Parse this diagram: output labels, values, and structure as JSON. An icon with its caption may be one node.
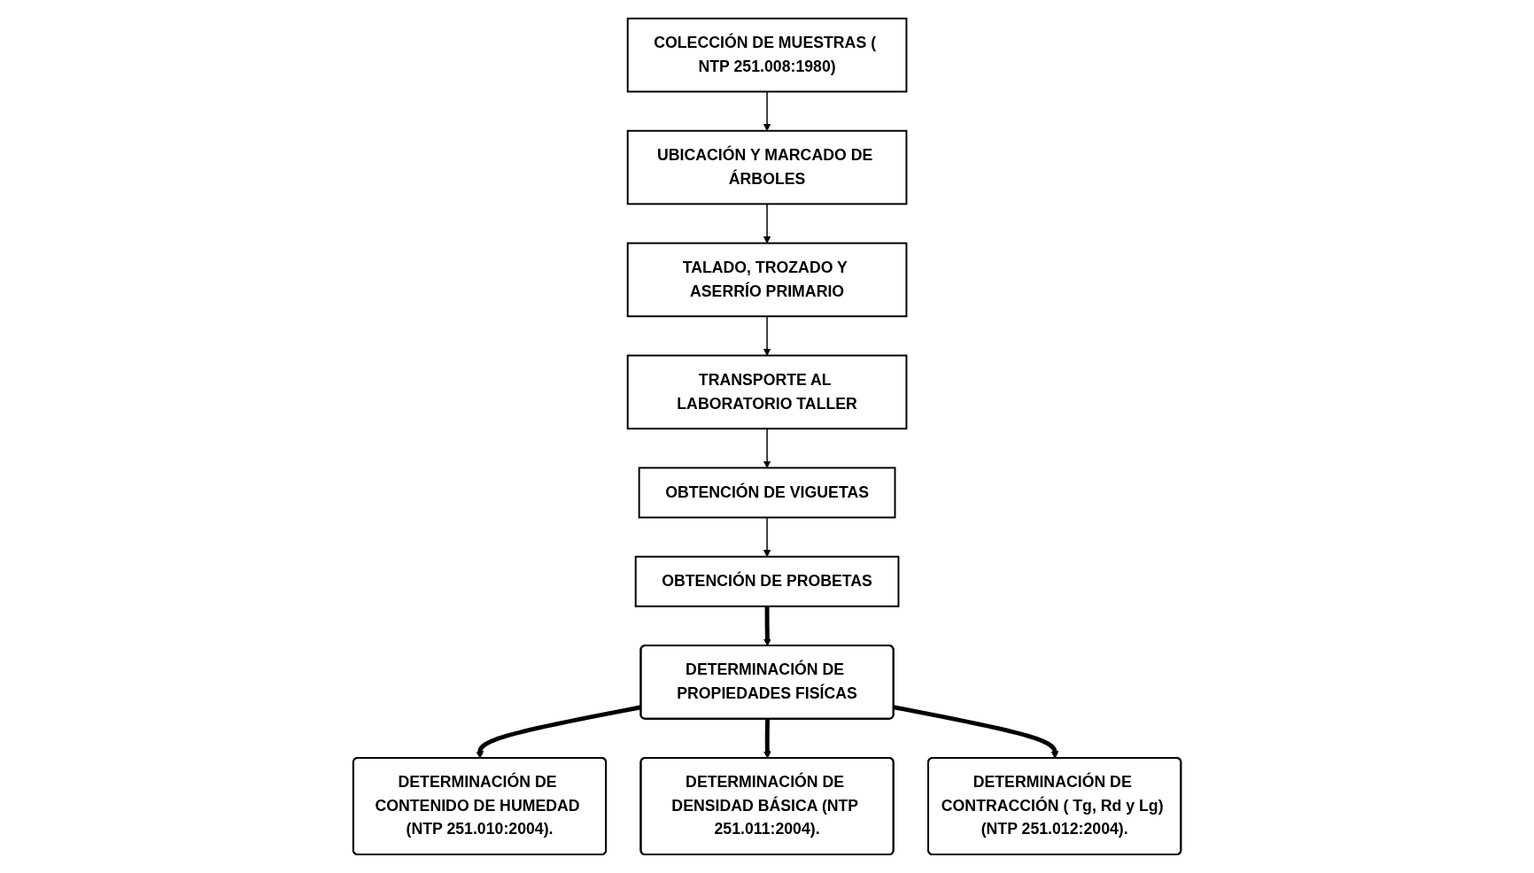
{
  "diagram": {
    "nodes": [
      {
        "text": [
          "COLECCIÓN DE MUESTRAS ( NTP 251.008:1980)"
        ]
      },
      {
        "text": [
          "UBICACIÓN Y MARCADO DE ÁRBOLES"
        ]
      },
      {
        "text": [
          "TALADO, TROZADO Y ASERRÍO PRIMARIO"
        ]
      },
      {
        "text": [
          "TRANSPORTE AL LABORATORIO TALLER"
        ]
      },
      {
        "text": [
          "OBTENCIÓN DE VIGUETAS"
        ]
      },
      {
        "text": [
          "OBTENCIÓN DE PROBETAS"
        ]
      },
      {
        "text": [
          "DETERMINACIÓN DE PROPIEDADES FISÍCAS"
        ]
      },
      {
        "text": [
          "DETERMINACIÓN DE CONTENIDO DE HUMEDAD (NTP 251.010:2004)."
        ]
      },
      {
        "text": [
          "DETERMINACIÓN DE DENSIDAD BÁSICA (NTP 251.011:2004)."
        ]
      },
      {
        "text": [
          "DETERMINACIÓN DE CONTRACCIÓN ( Tg, Rd y Lg) (NTP 251.012:2004)."
        ]
      }
    ],
    "edges": [
      {
        "from": 0,
        "to": 1,
        "arrow": "to"
      },
      {
        "from": 1,
        "to": 2,
        "arrow": "to"
      },
      {
        "from": 2,
        "to": 3,
        "arrow": "to"
      },
      {
        "from": 3,
        "to": 4,
        "arrow": "to"
      },
      {
        "from": 4,
        "to": 5,
        "arrow": "to"
      },
      {
        "from": 5,
        "to": 6,
        "arrow": "to",
        "style": "thick"
      },
      {
        "from": 6,
        "to": 7,
        "arrow": "to",
        "style": "thick"
      },
      {
        "from": 6,
        "to": 8,
        "arrow": "to",
        "style": "thick"
      },
      {
        "from": 6,
        "to": 9,
        "arrow": "to",
        "style": "thick"
      }
    ]
  }
}
